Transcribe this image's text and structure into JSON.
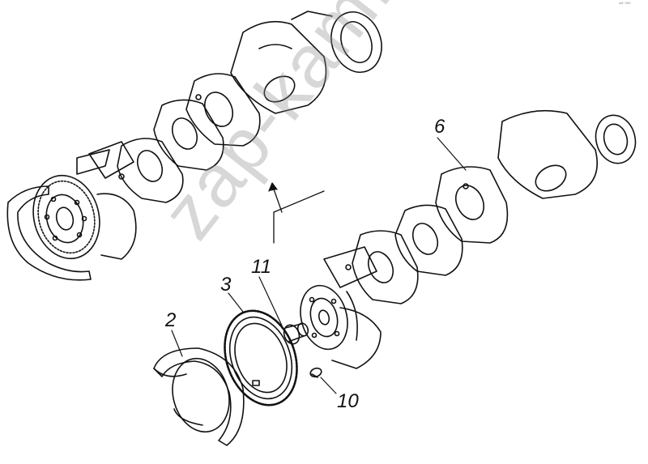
{
  "diagram": {
    "callouts": {
      "c2": "2",
      "c3": "3",
      "c6": "6",
      "c10": "10",
      "c11": "11"
    },
    "corner_mark": "ˢᴹ ⁰⁰⁰",
    "watermark": "zap-kam.ru",
    "colors": {
      "line": "#111111",
      "watermark": "#8c8c8c",
      "background": "#ffffff"
    }
  }
}
